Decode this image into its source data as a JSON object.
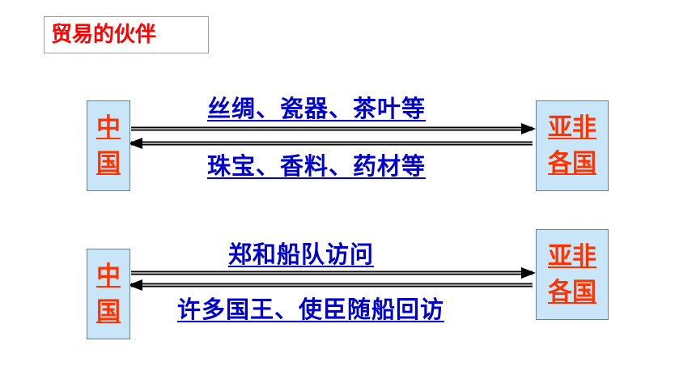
{
  "title": "贸易的伙伴",
  "panels": [
    {
      "china": [
        "中",
        "国"
      ],
      "partner": [
        "亚非",
        "各国"
      ],
      "outbound": "丝绸、瓷器、茶叶等",
      "inbound": "珠宝、香料、药材等"
    },
    {
      "china": [
        "中",
        "国"
      ],
      "partner": [
        "亚非",
        "各国"
      ],
      "outbound": "郑和船队访问",
      "inbound": "许多国王、使臣随船回访"
    }
  ],
  "colors": {
    "title": "#ff0000",
    "country_text": "#ff3300",
    "country_fill": "#c8e6f8",
    "goods_text": "#0000cc",
    "arrow": "#000000"
  }
}
